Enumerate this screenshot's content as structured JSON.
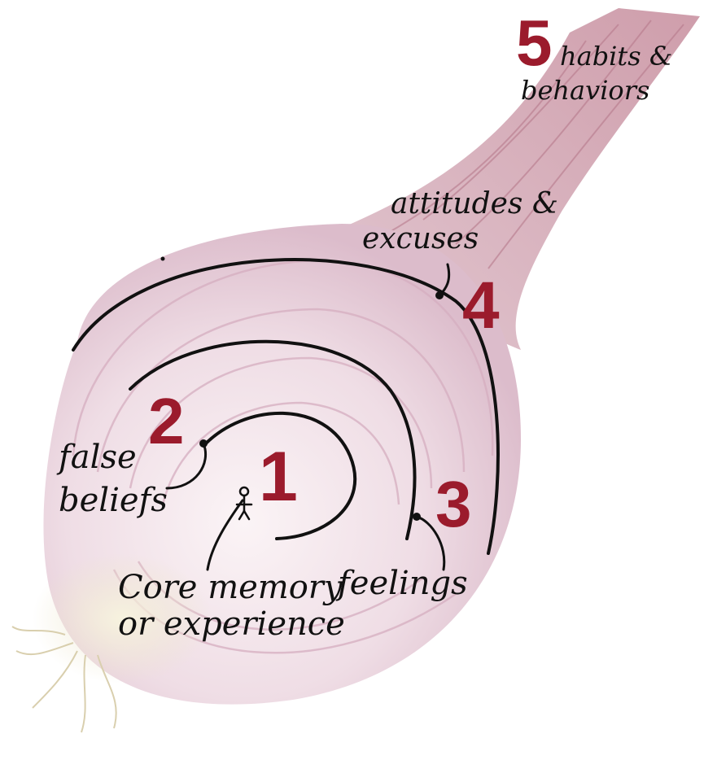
{
  "colors": {
    "number": "#9b1b2c",
    "ink": "#111111",
    "onion_skin": "#ecdbe3",
    "onion_ring": "#cfa3b8",
    "neck": "#c99aa6",
    "root": "#ece7d2"
  },
  "layers": [
    {
      "number": "1",
      "label_lines": [
        "Core memory",
        "or experience"
      ]
    },
    {
      "number": "2",
      "label_lines": [
        "false",
        "beliefs"
      ]
    },
    {
      "number": "3",
      "label_lines": [
        "feelings"
      ]
    },
    {
      "number": "4",
      "label_lines": [
        "attitudes &",
        "excuses"
      ]
    },
    {
      "number": "5",
      "label_lines": [
        "habits &",
        "behaviors"
      ]
    }
  ]
}
